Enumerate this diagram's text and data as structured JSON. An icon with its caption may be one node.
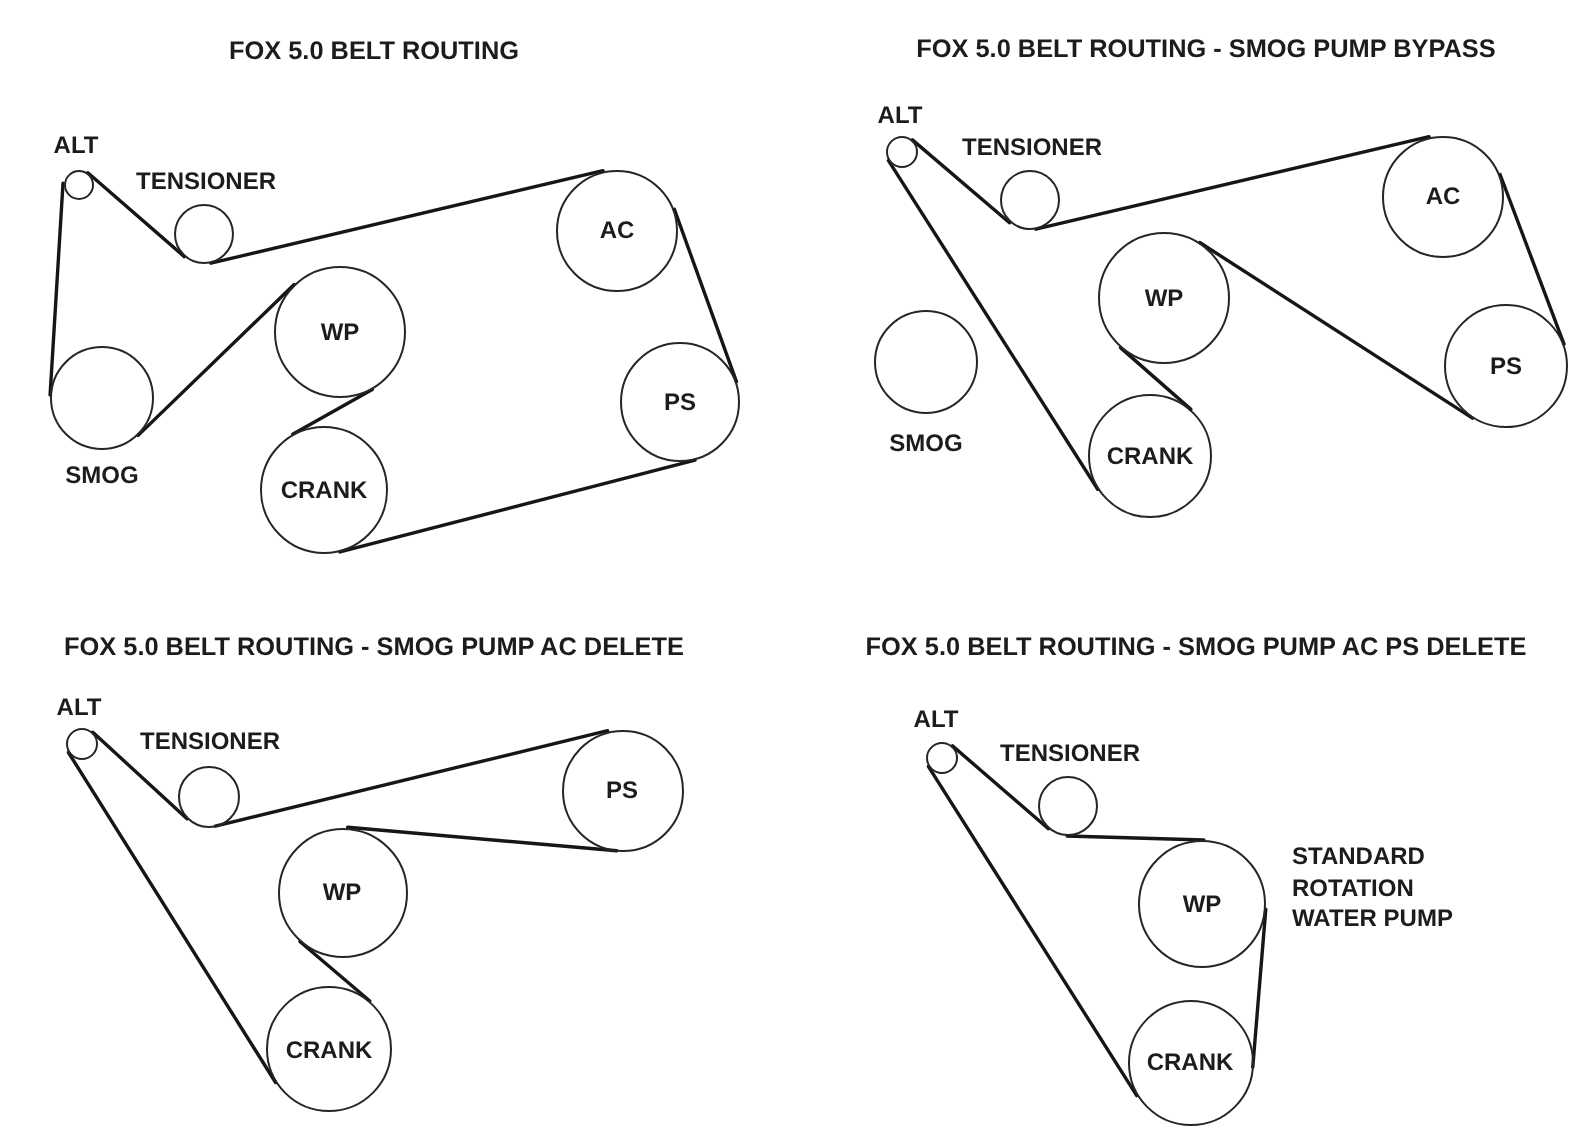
{
  "diagram": {
    "nodes": [
      {
        "text": [],
        "shape": "circle",
        "beside": [
          "ALT"
        ]
      },
      {
        "text": [],
        "shape": "circle",
        "beside": [
          "TENSIONER"
        ]
      },
      {
        "text": [
          "AC"
        ]
      },
      {
        "text": [
          "WP"
        ]
      },
      {
        "text": [],
        "shape": "circle",
        "beside": [
          "SMOG"
        ]
      },
      {
        "text": [
          "PS"
        ]
      },
      {
        "text": [
          "CRANK"
        ]
      },
      {
        "text": [],
        "shape": "circle",
        "beside": [
          "ALT"
        ]
      },
      {
        "text": [],
        "shape": "circle",
        "beside": [
          "TENSIONER"
        ]
      },
      {
        "text": [
          "AC"
        ]
      },
      {
        "text": [
          "WP"
        ]
      },
      {
        "text": [],
        "shape": "circle",
        "beside": [
          "SMOG"
        ]
      },
      {
        "text": [
          "PS"
        ]
      },
      {
        "text": [
          "CRANK"
        ]
      },
      {
        "text": [],
        "shape": "circle",
        "beside": [
          "ALT"
        ]
      },
      {
        "text": [],
        "shape": "circle",
        "beside": [
          "TENSIONER"
        ]
      },
      {
        "text": [
          "PS"
        ]
      },
      {
        "text": [
          "WP"
        ]
      },
      {
        "text": [
          "CRANK"
        ]
      },
      {
        "text": [],
        "shape": "circle",
        "beside": [
          "ALT"
        ]
      },
      {
        "text": [],
        "shape": "circle",
        "beside": [
          "TENSIONER"
        ]
      },
      {
        "text": [
          "WP"
        ],
        "beside": [
          "STANDARD ROTATION WATER PUMP"
        ]
      },
      {
        "text": [
          "CRANK"
        ]
      }
    ],
    "edges": [
      {
        "from": 0,
        "to": 1,
        "arrow": "none"
      },
      {
        "from": 1,
        "to": 2,
        "arrow": "none"
      },
      {
        "from": 2,
        "to": 5,
        "arrow": "none"
      },
      {
        "from": 5,
        "to": 6,
        "arrow": "none"
      },
      {
        "from": 6,
        "to": 3,
        "arrow": "none"
      },
      {
        "from": 3,
        "to": 4,
        "arrow": "none"
      },
      {
        "from": 4,
        "to": 0,
        "arrow": "none"
      },
      {
        "from": 7,
        "to": 8,
        "arrow": "none"
      },
      {
        "from": 8,
        "to": 9,
        "arrow": "none"
      },
      {
        "from": 9,
        "to": 12,
        "arrow": "none"
      },
      {
        "from": 12,
        "to": 10,
        "arrow": "none"
      },
      {
        "from": 10,
        "to": 13,
        "arrow": "none"
      },
      {
        "from": 13,
        "to": 7,
        "arrow": "none"
      },
      {
        "from": 14,
        "to": 15,
        "arrow": "none"
      },
      {
        "from": 15,
        "to": 16,
        "arrow": "none"
      },
      {
        "from": 16,
        "to": 17,
        "arrow": "none"
      },
      {
        "from": 17,
        "to": 18,
        "arrow": "none"
      },
      {
        "from": 18,
        "to": 14,
        "arrow": "none"
      },
      {
        "from": 19,
        "to": 20,
        "arrow": "none"
      },
      {
        "from": 20,
        "to": 21,
        "arrow": "none"
      },
      {
        "from": 21,
        "to": 22,
        "arrow": "none"
      },
      {
        "from": 22,
        "to": 19,
        "arrow": "none"
      }
    ],
    "labels": [
      "FOX 5.0 BELT ROUTING",
      "FOX 5.0 BELT ROUTING - SMOG PUMP BYPASS",
      "FOX 5.0 BELT ROUTING - SMOG PUMP AC DELETE",
      "FOX 5.0 BELT ROUTING - SMOG PUMP AC PS DELETE"
    ]
  }
}
